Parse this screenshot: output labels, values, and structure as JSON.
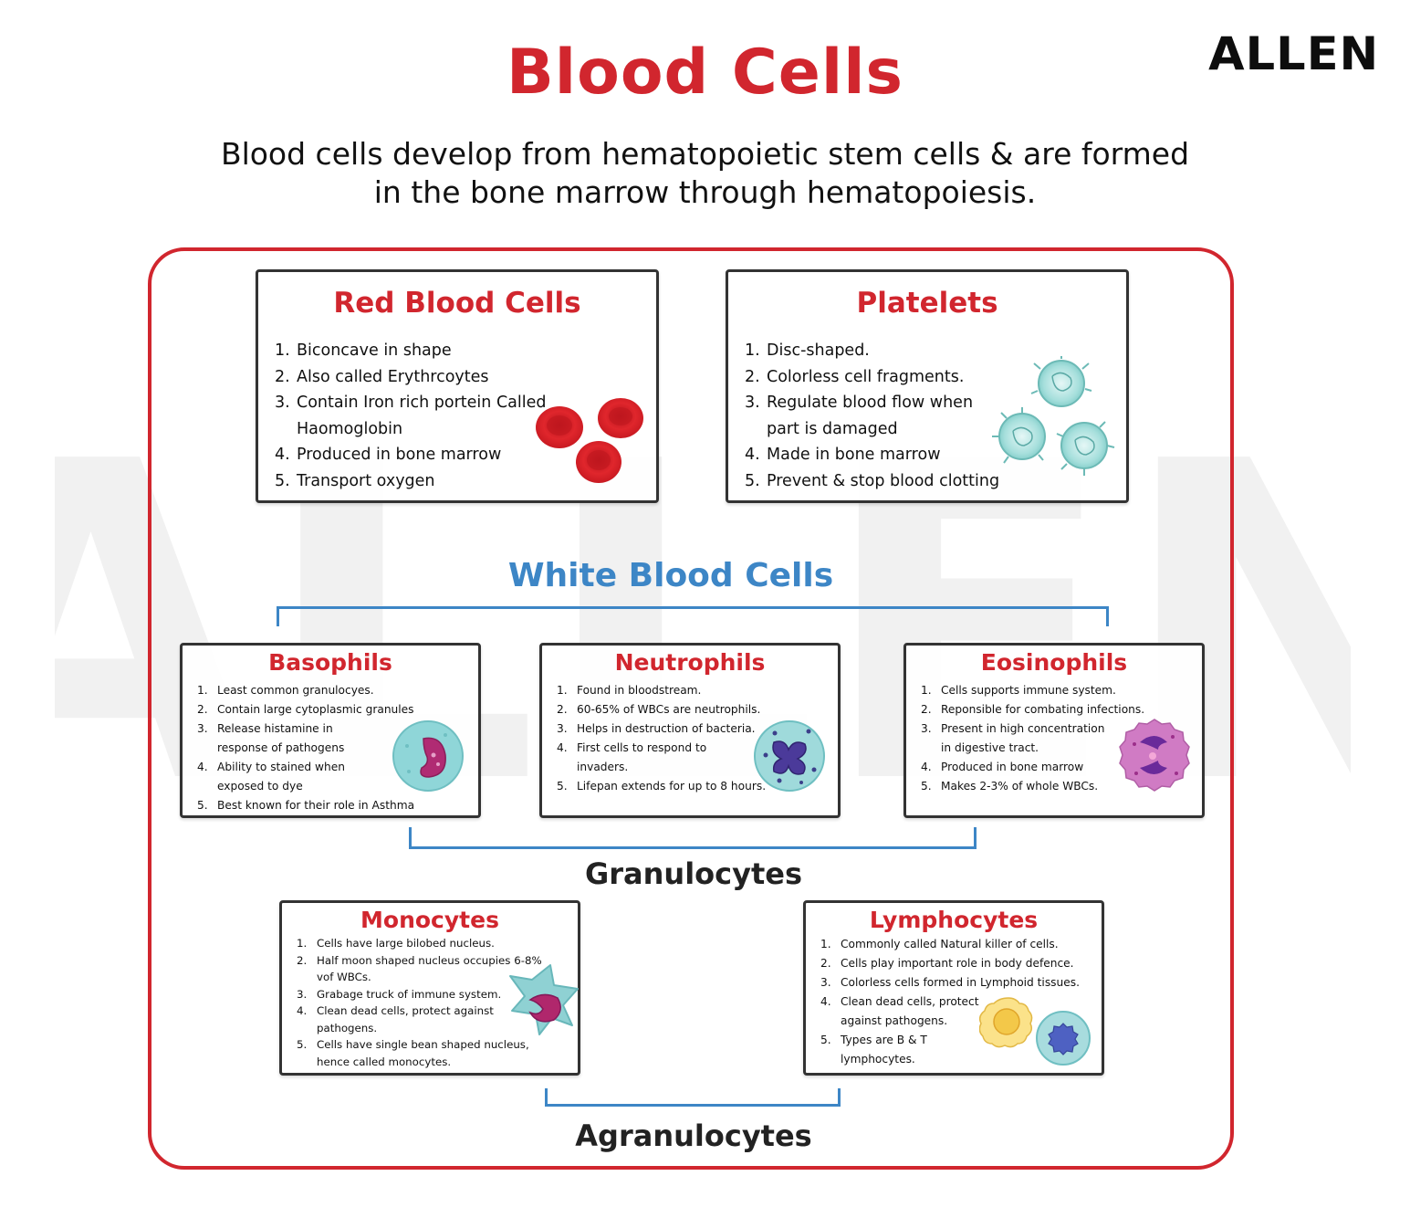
{
  "header": {
    "title": "Blood Cells",
    "logo": "ALLEN",
    "subtitle_line1": "Blood cells develop from hematopoietic stem cells & are formed",
    "subtitle_line2": "in the bone marrow through hematopoiesis."
  },
  "watermark": "ALLEN",
  "colors": {
    "accent_red": "#d1262e",
    "accent_blue": "#3d86c6",
    "wbc_blue": "#3d86c6"
  },
  "rbc": {
    "title": "Red Blood Cells",
    "items": [
      {
        "n": "1.",
        "text": "Biconcave in shape"
      },
      {
        "n": "2.",
        "text": "Also called Erythrcoytes"
      },
      {
        "n": "3.",
        "text": "Contain Iron rich portein Called Haomoglobin"
      },
      {
        "n": "4.",
        "text": "Produced in bone marrow"
      },
      {
        "n": "5.",
        "text": "Transport oxygen"
      }
    ]
  },
  "platelets": {
    "title": "Platelets",
    "items": [
      {
        "n": "1.",
        "text": "Disc-shaped."
      },
      {
        "n": "2.",
        "text": "Colorless cell fragments."
      },
      {
        "n": "3.",
        "text": "Regulate blood flow when part is damaged"
      },
      {
        "n": "4.",
        "text": "Made in bone marrow"
      },
      {
        "n": "5.",
        "text": "Prevent & stop blood clotting"
      }
    ]
  },
  "wbc": {
    "title": "White Blood Cells",
    "granulocytes_label": "Granulocytes",
    "agranulocytes_label": "Agranulocytes"
  },
  "basophils": {
    "title": "Basophils",
    "items": [
      {
        "n": "1.",
        "text": "Least common granulocyes."
      },
      {
        "n": "2.",
        "text": "Contain large cytoplasmic granules"
      },
      {
        "n": "3.",
        "text": "Release histamine in response of pathogens"
      },
      {
        "n": "4.",
        "text": "Ability to stained when exposed to dye"
      },
      {
        "n": "5.",
        "text": "Best known for their role in Asthma"
      }
    ]
  },
  "neutrophils": {
    "title": "Neutrophils",
    "items": [
      {
        "n": "1.",
        "text": "Found in bloodstream."
      },
      {
        "n": "2.",
        "text": "60-65% of WBCs are neutrophils."
      },
      {
        "n": "3.",
        "text": "Helps in destruction of bacteria."
      },
      {
        "n": "4.",
        "text": "First cells to respond to invaders."
      },
      {
        "n": "5.",
        "text": "Lifepan extends for up to 8 hours."
      }
    ]
  },
  "eosinophils": {
    "title": "Eosinophils",
    "items": [
      {
        "n": "1.",
        "text": "Cells supports immune system."
      },
      {
        "n": "2.",
        "text": "Reponsible for combating infections."
      },
      {
        "n": "3.",
        "text": "Present in high concentration in digestive tract."
      },
      {
        "n": "4.",
        "text": "Produced in bone marrow"
      },
      {
        "n": "5.",
        "text": "Makes 2-3% of whole WBCs."
      }
    ]
  },
  "monocytes": {
    "title": "Monocytes",
    "items": [
      {
        "n": "1.",
        "text": "Cells have large bilobed nucleus."
      },
      {
        "n": "2.",
        "text": "Half moon shaped nucleus occupies 6-8% vof WBCs."
      },
      {
        "n": "3.",
        "text": "Grabage truck of immune system."
      },
      {
        "n": "4.",
        "text": "Clean dead cells, protect against pathogens."
      },
      {
        "n": "5.",
        "text": "Cells have single bean shaped nucleus, hence called monocytes."
      }
    ]
  },
  "lymphocytes": {
    "title": "Lymphocytes",
    "items": [
      {
        "n": "1.",
        "text": "Commonly called Natural killer of cells."
      },
      {
        "n": "2.",
        "text": "Cells play important role in body defence."
      },
      {
        "n": "3.",
        "text": "Colorless cells formed in Lymphoid tissues."
      },
      {
        "n": "4.",
        "text": "Clean dead cells, protect against pathogens."
      },
      {
        "n": "5.",
        "text": "Types are B & T lymphocytes."
      }
    ]
  },
  "illustrations": {
    "rbc": "red-blood-cells-illustration",
    "platelets": "platelets-illustration",
    "basophil": "basophil-cell-illustration",
    "neutrophil": "neutrophil-cell-illustration",
    "eosinophil": "eosinophil-cell-illustration",
    "monocyte": "monocyte-cell-illustration",
    "lymphocyte": "lymphocyte-cells-illustration"
  }
}
